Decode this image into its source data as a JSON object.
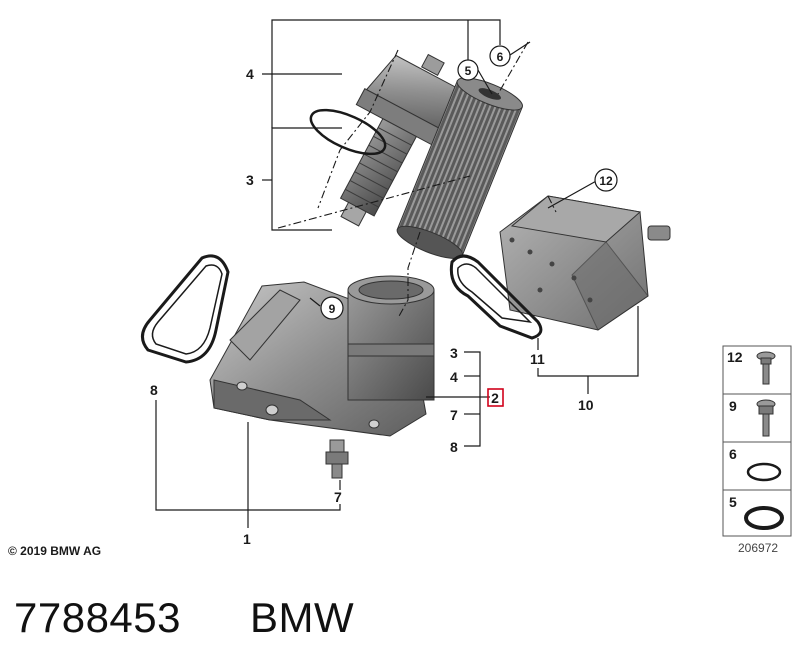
{
  "callouts": {
    "c1": "1",
    "c2": "2",
    "c3a": "3",
    "c3b": "3",
    "c4a": "4",
    "c4b": "4",
    "c5": "5",
    "c6": "6",
    "c7a": "7",
    "c7b": "7",
    "c8a": "8",
    "c8b": "8",
    "c9": "9",
    "c10": "10",
    "c11": "11",
    "c12": "12"
  },
  "legend": {
    "items": [
      {
        "label": "12",
        "icon": "torx-bolt-icon"
      },
      {
        "label": "9",
        "icon": "hex-bolt-icon"
      },
      {
        "label": "6",
        "icon": "thin-oring-icon"
      },
      {
        "label": "5",
        "icon": "thick-oring-icon"
      }
    ],
    "ref_number": "206972"
  },
  "copyright": "© 2019 BMW AG",
  "footer": {
    "part_number": "7788453",
    "brand": "BMW"
  },
  "colors": {
    "highlight": "#d0021b",
    "part_gray": "#8a8a8a"
  }
}
